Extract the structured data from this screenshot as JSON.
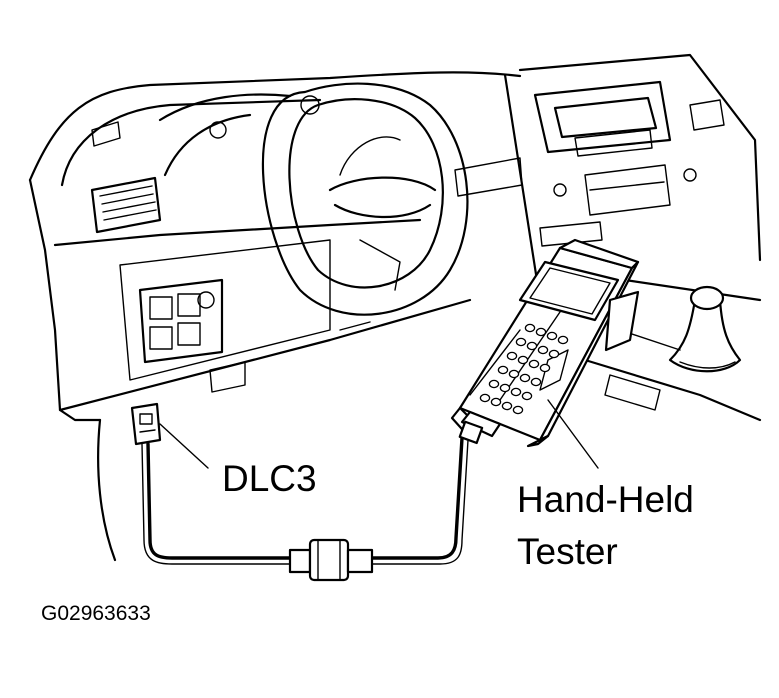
{
  "labels": {
    "connector": "DLC3",
    "tester_line1": "Hand-Held",
    "tester_line2": "Tester",
    "figure_id": "G02963633"
  }
}
